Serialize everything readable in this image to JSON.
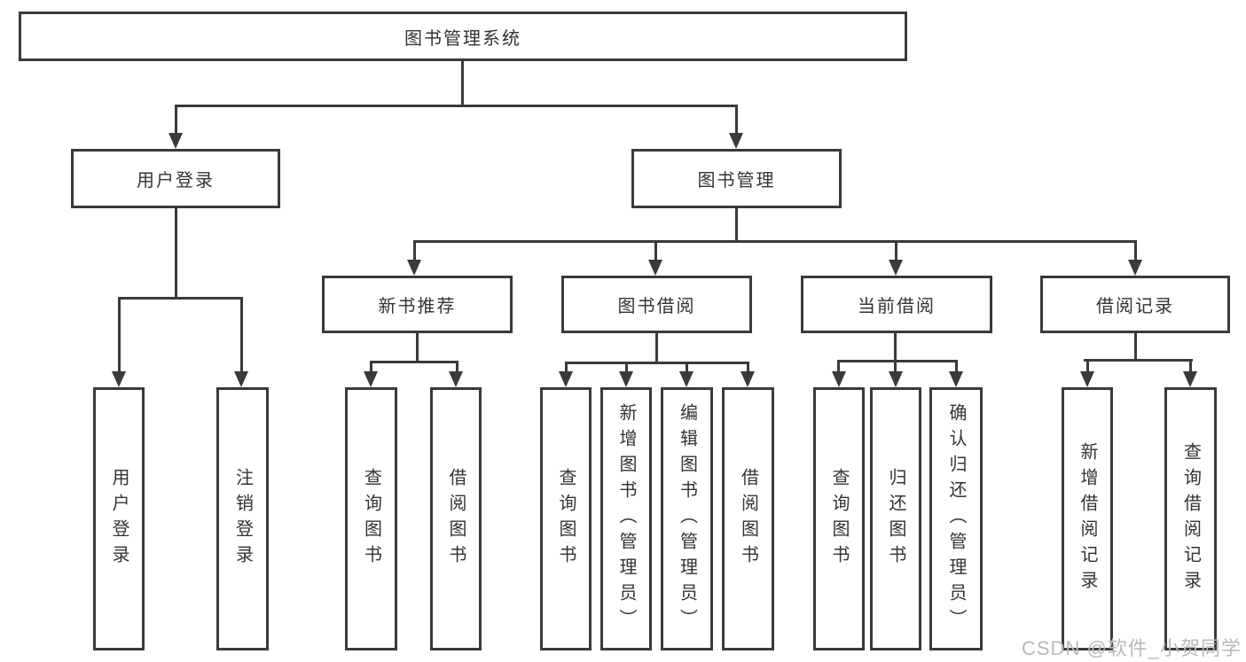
{
  "nodes": {
    "root": "图书管理系统",
    "user_login": "用户登录",
    "book_mgmt": "图书管理",
    "new_books": "新书推荐",
    "book_borrow": "图书借阅",
    "current_borrow": "当前借阅",
    "borrow_records": "借阅记录",
    "leaf_user_login": "用户登录",
    "leaf_logout": "注销登录",
    "leaf_nb_query": "查询图书",
    "leaf_nb_borrow": "借阅图书",
    "leaf_bb_query": "查询图书",
    "leaf_bb_add": "新增图书（管理员）",
    "leaf_bb_edit": "编辑图书（管理员）",
    "leaf_bb_borrow": "借阅图书",
    "leaf_cb_query": "查询图书",
    "leaf_cb_return": "归还图书",
    "leaf_cb_confirm": "确认归还（管理员）",
    "leaf_br_add": "新增借阅记录",
    "leaf_br_query": "查询借阅记录"
  },
  "watermark": "CSDN @软件_小贺同学",
  "colors": {
    "line": "#3a3a3a",
    "text": "#333333",
    "watermark": "#b9b9b9",
    "background": "#ffffff"
  }
}
